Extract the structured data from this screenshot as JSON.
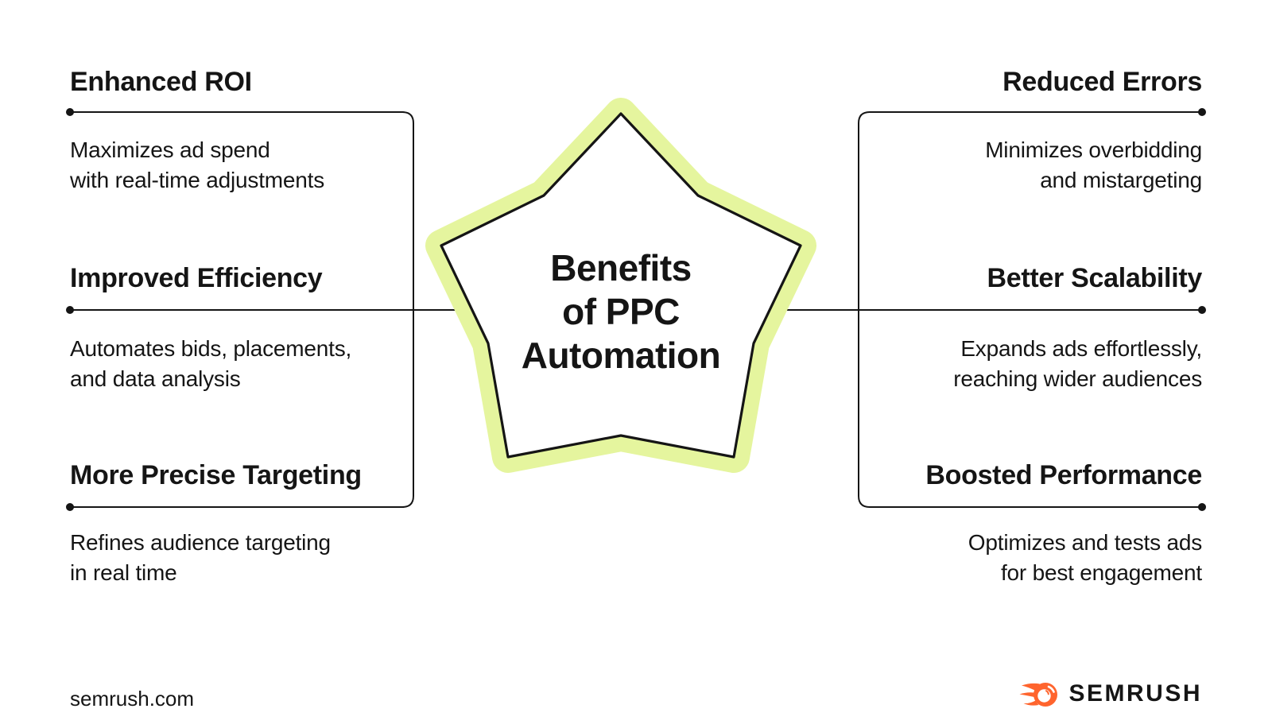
{
  "title": {
    "line1": "Benefits",
    "line2": "of PPC",
    "line3": "Automation"
  },
  "left_items": [
    {
      "heading": "Enhanced ROI",
      "desc_line1": "Maximizes ad spend",
      "desc_line2": "with real-time adjustments"
    },
    {
      "heading": "Improved Efficiency",
      "desc_line1": "Automates bids, placements,",
      "desc_line2": "and data analysis"
    },
    {
      "heading": "More Precise Targeting",
      "desc_line1": "Refines audience targeting",
      "desc_line2": "in real time"
    }
  ],
  "right_items": [
    {
      "heading": "Reduced Errors",
      "desc_line1": "Minimizes overbidding",
      "desc_line2": "and mistargeting"
    },
    {
      "heading": "Better Scalability",
      "desc_line1": "Expands ads effortlessly,",
      "desc_line2": "reaching wider audiences"
    },
    {
      "heading": "Boosted Performance",
      "desc_line1": "Optimizes and tests ads",
      "desc_line2": "for best engagement"
    }
  ],
  "footer": {
    "website": "semrush.com",
    "brand": "SEMRUSH"
  },
  "colors": {
    "accent_green": "#E5F59E",
    "ink": "#151515",
    "brand_orange": "#FF642D"
  }
}
